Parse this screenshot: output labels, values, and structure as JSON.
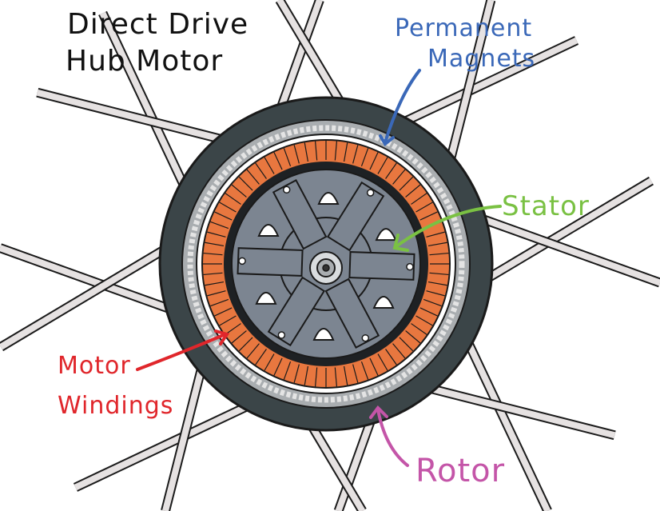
{
  "title": {
    "line1": "Direct Drive",
    "line2": "Hub Motor"
  },
  "labels": {
    "permanent_magnets": {
      "line1": "Permanent",
      "line2": "Magnets",
      "color": "#3a68b8"
    },
    "stator": {
      "text": "Stator",
      "color": "#7ac143"
    },
    "motor_windings": {
      "line1": "Motor",
      "line2": "Windings",
      "color": "#e0262b"
    },
    "rotor": {
      "text": "Rotor",
      "color": "#c455a8"
    }
  },
  "colors": {
    "rotor_casing": "#3b4548",
    "magnet_ring": "#a9adb0",
    "windings": "#e8773f",
    "stator_core": "#7c8591",
    "spoke": "#e6e2e2",
    "outline": "#1a1a1a"
  }
}
